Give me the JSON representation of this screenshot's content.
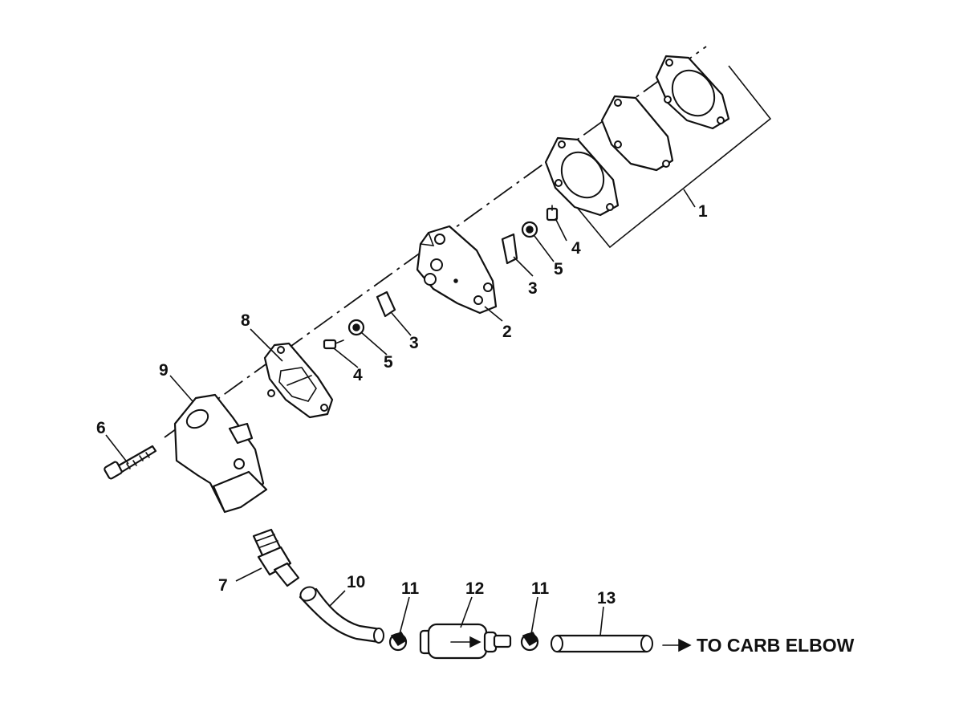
{
  "callouts": {
    "c1": "1",
    "c2": "2",
    "c3a": "3",
    "c3b": "3",
    "c4a": "4",
    "c4b": "4",
    "c5a": "5",
    "c5b": "5",
    "c6": "6",
    "c7": "7",
    "c8": "8",
    "c9": "9",
    "c10": "10",
    "c11a": "11",
    "c11b": "11",
    "c12": "12",
    "c13": "13"
  },
  "destination_note": "TO CARB ELBOW",
  "colors": {
    "line": "#111111",
    "background": "#ffffff"
  }
}
